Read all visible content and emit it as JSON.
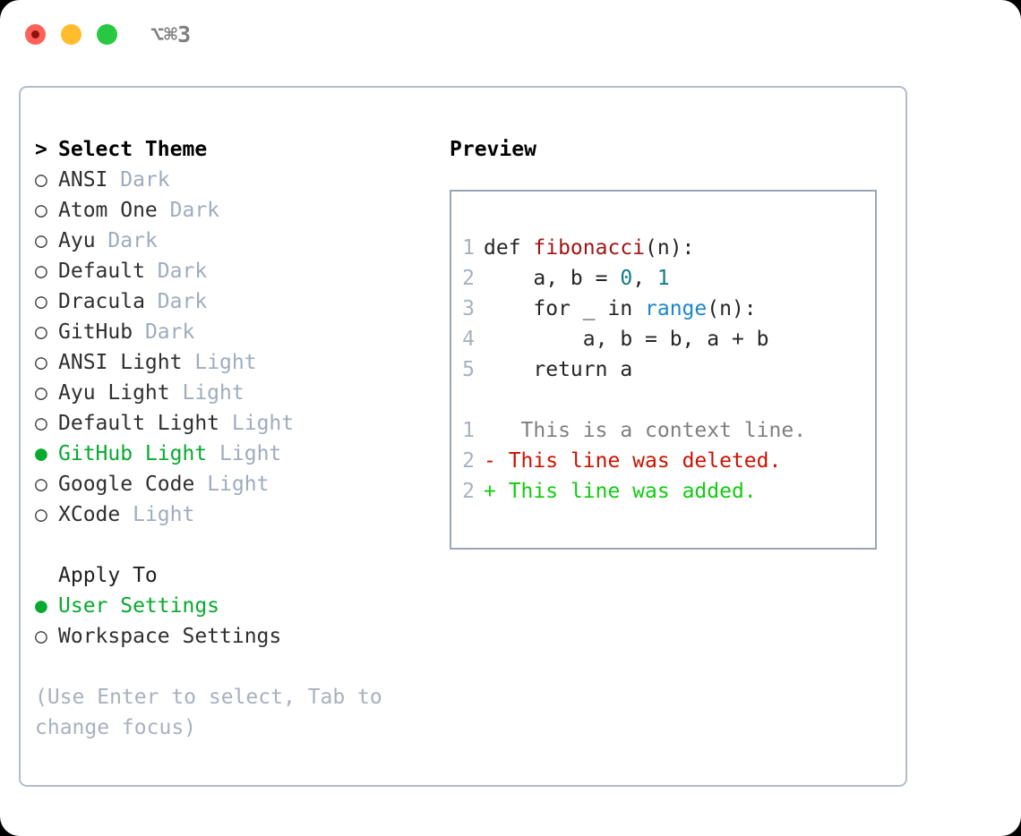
{
  "titlebar": {
    "shortcut": "⌥⌘3",
    "buttons": [
      {
        "name": "close",
        "color": "#ff6159"
      },
      {
        "name": "minimize",
        "color": "#ffbd2e"
      },
      {
        "name": "maximize",
        "color": "#28c840"
      }
    ]
  },
  "theme_picker": {
    "header_marker": ">",
    "header_label": "Select Theme",
    "unselected_marker": "○",
    "selected_marker": "●",
    "items": [
      {
        "marker": "○",
        "name": "ANSI",
        "variant": "Dark",
        "selected": false
      },
      {
        "marker": "○",
        "name": "Atom One",
        "variant": "Dark",
        "selected": false
      },
      {
        "marker": "○",
        "name": "Ayu",
        "variant": "Dark",
        "selected": false
      },
      {
        "marker": "○",
        "name": "Default",
        "variant": "Dark",
        "selected": false
      },
      {
        "marker": "○",
        "name": "Dracula",
        "variant": "Dark",
        "selected": false
      },
      {
        "marker": "○",
        "name": "GitHub",
        "variant": "Dark",
        "selected": false
      },
      {
        "marker": "○",
        "name": "ANSI Light",
        "variant": "Light",
        "selected": false
      },
      {
        "marker": "○",
        "name": "Ayu Light",
        "variant": "Light",
        "selected": false
      },
      {
        "marker": "○",
        "name": "Default Light",
        "variant": "Light",
        "selected": false
      },
      {
        "marker": "●",
        "name": "GitHub Light",
        "variant": "Light",
        "selected": true
      },
      {
        "marker": "○",
        "name": "Google Code",
        "variant": "Light",
        "selected": false
      },
      {
        "marker": "○",
        "name": "XCode",
        "variant": "Light",
        "selected": false
      }
    ]
  },
  "apply_to": {
    "header_label": "Apply To",
    "items": [
      {
        "marker": "●",
        "name": "User Settings",
        "selected": true
      },
      {
        "marker": "○",
        "name": "Workspace Settings",
        "selected": false
      }
    ]
  },
  "hint": "(Use Enter to select, Tab to change focus)",
  "preview": {
    "title": "Preview",
    "code": [
      {
        "lineno": "1",
        "parts": [
          {
            "text": "def ",
            "tok": "plain"
          },
          {
            "text": "fibonacci",
            "tok": "fn"
          },
          {
            "text": "(n):",
            "tok": "plain"
          }
        ]
      },
      {
        "lineno": "2",
        "parts": [
          {
            "text": "    a, b = ",
            "tok": "plain"
          },
          {
            "text": "0",
            "tok": "num"
          },
          {
            "text": ", ",
            "tok": "plain"
          },
          {
            "text": "1",
            "tok": "num"
          }
        ]
      },
      {
        "lineno": "3",
        "parts": [
          {
            "text": "    for _ in ",
            "tok": "plain"
          },
          {
            "text": "range",
            "tok": "call"
          },
          {
            "text": "(n):",
            "tok": "plain"
          }
        ]
      },
      {
        "lineno": "4",
        "parts": [
          {
            "text": "        a, b = b, a + b",
            "tok": "plain"
          }
        ]
      },
      {
        "lineno": "5",
        "parts": [
          {
            "text": "    return a",
            "tok": "plain"
          }
        ]
      }
    ],
    "diff": [
      {
        "lineno": "1",
        "sign": " ",
        "text": "  This is a context line.",
        "kind": "context"
      },
      {
        "lineno": "2",
        "sign": "-",
        "text": " This line was deleted.",
        "kind": "deleted"
      },
      {
        "lineno": "2",
        "sign": "+",
        "text": " This line was added.",
        "kind": "added"
      }
    ]
  },
  "colors": {
    "accent_green": "#07aa2e",
    "muted": "#9facbd",
    "border": "#b4bcc9",
    "preview_border": "#9aa5b5",
    "fn": "#a11515",
    "num": "#0f7c85",
    "call": "#1b86c9",
    "diff_deleted": "#cc1100",
    "diff_added": "#11cc11",
    "diff_context": "#7f7f7f"
  }
}
